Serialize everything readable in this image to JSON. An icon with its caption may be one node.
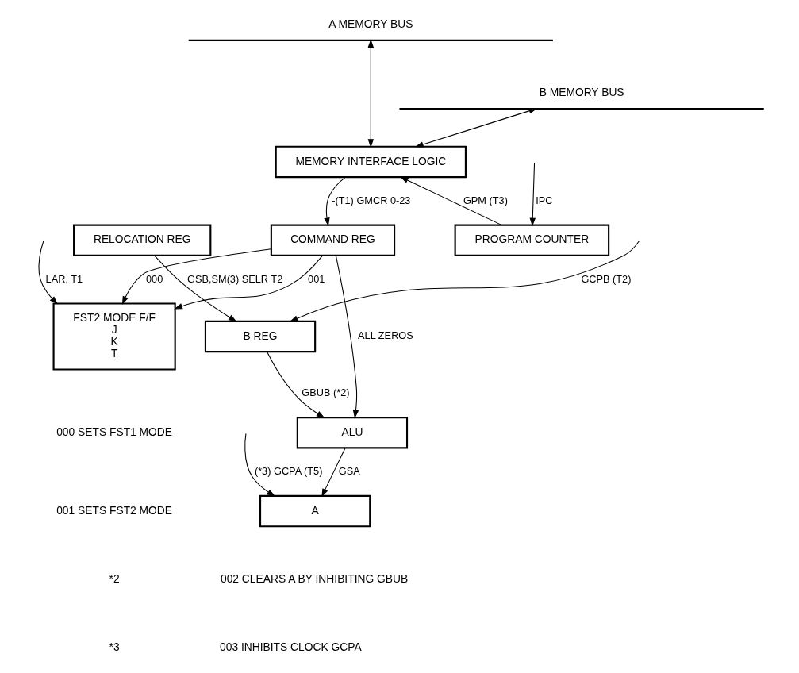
{
  "diagram": {
    "nodes": [
      {
        "text": [
          "A MEMORY BUS"
        ]
      },
      {
        "text": [
          "B MEMORY BUS"
        ]
      },
      {
        "text": [
          "MEMORY INTERFACE LOGIC"
        ]
      },
      {
        "text": [
          "RELOCATION REG"
        ]
      },
      {
        "text": [
          "COMMAND REG"
        ]
      },
      {
        "text": [
          "PROGRAM COUNTER"
        ]
      },
      {
        "text": [
          "B REG"
        ]
      },
      {
        "text": [
          "FST2 MODE F/F",
          "J",
          "K",
          "T"
        ]
      },
      {
        "text": [
          "ALU"
        ]
      },
      {
        "text": [
          "A"
        ]
      }
    ],
    "edges": [
      {
        "from": 1,
        "to": 2,
        "arrow": "both"
      },
      {
        "from": 0,
        "to": 2,
        "arrow": "both"
      },
      {
        "from": 2,
        "to": 4,
        "arrow": "to",
        "label": "-(T1) GMCR 0-23"
      },
      {
        "from": 5,
        "to": 2,
        "arrow": "to",
        "label": "GPM (T3)"
      },
      {
        "from": null,
        "to": 5,
        "arrow": "to",
        "label": "IPC"
      },
      {
        "from": 3,
        "to": 6,
        "arrow": "to",
        "label": "GSB,SM(3) SELR T2"
      },
      {
        "from": null,
        "to": 6,
        "arrow": "to",
        "label": "GCPB (T2)"
      },
      {
        "from": 4,
        "to": 7,
        "arrow": "to",
        "label": "001"
      },
      {
        "from": 4,
        "to": 7,
        "arrow": "to",
        "label": "000"
      },
      {
        "from": 4,
        "to": 8,
        "arrow": "to",
        "label": "ALL ZEROS"
      },
      {
        "from": null,
        "to": 7,
        "arrow": "to",
        "label": "LAR, T1"
      },
      {
        "from": 6,
        "to": 8,
        "arrow": "to",
        "label": "GBUB (*2)"
      },
      {
        "from": 8,
        "to": 9,
        "arrow": "to",
        "label": "GSA"
      },
      {
        "from": null,
        "to": 9,
        "arrow": "to",
        "label": "(*3) GCPA (T5)"
      }
    ],
    "labels": [
      "000 SETS FST1 MODE",
      "001 SETS FST2 MODE",
      "*2",
      "002 CLEARS A BY INHIBITING GBUB",
      "*3",
      "003 INHIBITS CLOCK GCPA"
    ]
  }
}
